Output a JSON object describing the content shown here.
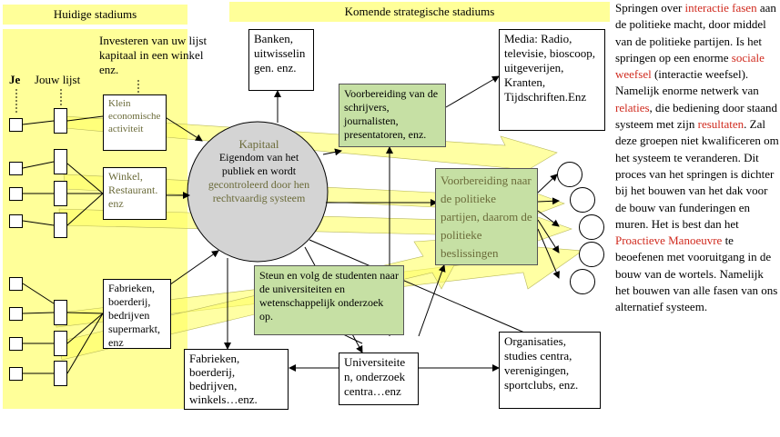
{
  "headers": {
    "current": "Huidige stadiums",
    "future": "Komende strategische stadiums"
  },
  "labels": {
    "je": "Je",
    "jouw_lijst": "Jouw lijst"
  },
  "invest_note": "Investeren van uw lijst kapitaal in een winkel enz.",
  "boxes": {
    "klein": "Klein economische activiteit",
    "winkel_1": "Winkel,",
    "winkel_2": "Restaurant. enz",
    "fabrieken_left": "Fabrieken, boerderij, bedrijven supermarkt, enz",
    "banken": "Banken, uitwisselin gen. enz.",
    "media": "Media: Radio, televisie, bioscoop, uitgeverijen, Kranten, Tijdschriften.Enz",
    "schrijvers": "Voorbereiding van de schrijvers, journalisten, presentatoren, enz.",
    "politieke": "Voorbereiding naar de politieke partijen, daarom de politieke beslissingen",
    "studenten": "Steun en volg de studenten naar de universiteiten en wetenschappelijk onderzoek op.",
    "fabrieken_bottom": "Fabrieken, boerderij, bedrijven, winkels…enz.",
    "universiteit": "Universiteite n, onderzoek centra…enz",
    "organisaties": "Organisaties, studies centra, verenigingen, sportclubs, enz."
  },
  "kapitaal": {
    "title": "Kapitaal",
    "text_1": "Eigendom van het publiek en wordt",
    "text_2": "gecontroleerd door hen rechtvaardig systeem"
  },
  "side_text": {
    "p1": "Springen over ",
    "h1": "interactie fasen",
    "p2": " aan de politieke macht, door middel van de politieke partijen. Is het springen op een enorme ",
    "h2": "sociale weefsel",
    "p3": " (interactie weefsel). Namelijk enorme netwerk van ",
    "h3": "relaties",
    "p4": ", die bediening door staand systeem met zijn ",
    "h4": "resultaten",
    "p5": ". Zal deze groepen niet kwalificeren om het systeem te veranderen. Dit proces van het springen is dichter bij het bouwen van het dak voor de bouw van funderingen en muren. Het is best dan het ",
    "h5": "Proactieve Manoeuvre",
    "p6": " te beoefenen met vooruitgang in de bouw van de wortels. Namelijk het bouwen van alle fasen van ons alternatief systeem."
  },
  "colors": {
    "highlight": "#ffff99",
    "green": "#c6e0a4",
    "red_text": "#d02a1e",
    "kapitaal_fill": "#d4d4d4",
    "olive_text": "#6b6b3a"
  }
}
